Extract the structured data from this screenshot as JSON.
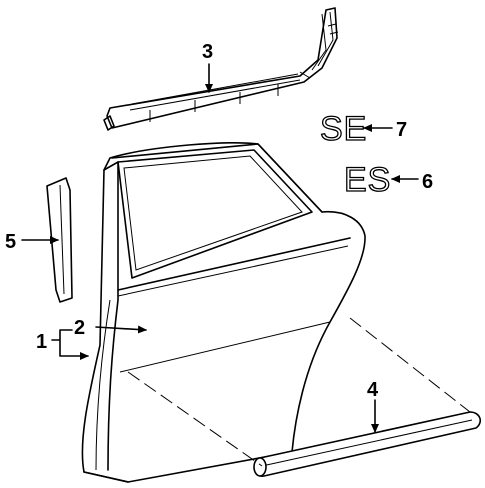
{
  "callouts": {
    "c1": "1",
    "c2": "2",
    "c3": "3",
    "c4": "4",
    "c5": "5",
    "c6": "6",
    "c7": "7"
  },
  "emblems": {
    "se": "SE",
    "es": "ES"
  }
}
